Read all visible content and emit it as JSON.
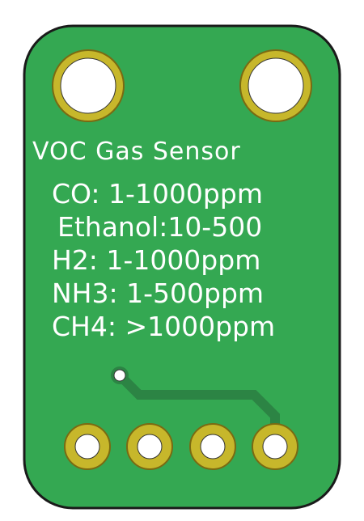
{
  "board": {
    "title": "VOC Gas Sensor",
    "specs": [
      "CO: 1-1000ppm",
      "Ethanol:10-500",
      "H2: 1-1000ppm",
      "NH3: 1-500ppm",
      "CH4: >1000ppm"
    ]
  },
  "colors": {
    "pcb": "#34a852",
    "pcb_edge": "#1a1a1a",
    "pad_ring": "#c7b72b",
    "pad_ring_edge": "#7a6a12",
    "hole": "#ffffff",
    "trace": "#2c8444",
    "silkscreen": "#ffffff"
  }
}
